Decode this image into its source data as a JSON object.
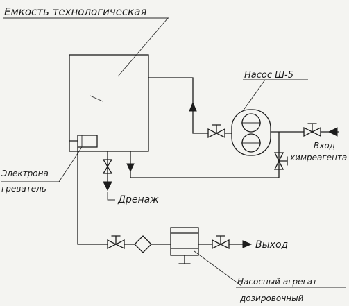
{
  "diagram": {
    "labels": {
      "tank": "Емкость технологическая",
      "pump": "Насос Ш-5",
      "heater_line1": "Электрона",
      "heater_line2": "греватель",
      "drain": "Дренаж",
      "inlet_line1": "Вход",
      "inlet_line2": "химреагента",
      "outlet": "Выход",
      "dosing_line1": "Насосный агрегат",
      "dosing_line2": "дозировочный"
    },
    "stroke_color": "#1c1c1c",
    "paper_color": "#f4f4f1"
  }
}
